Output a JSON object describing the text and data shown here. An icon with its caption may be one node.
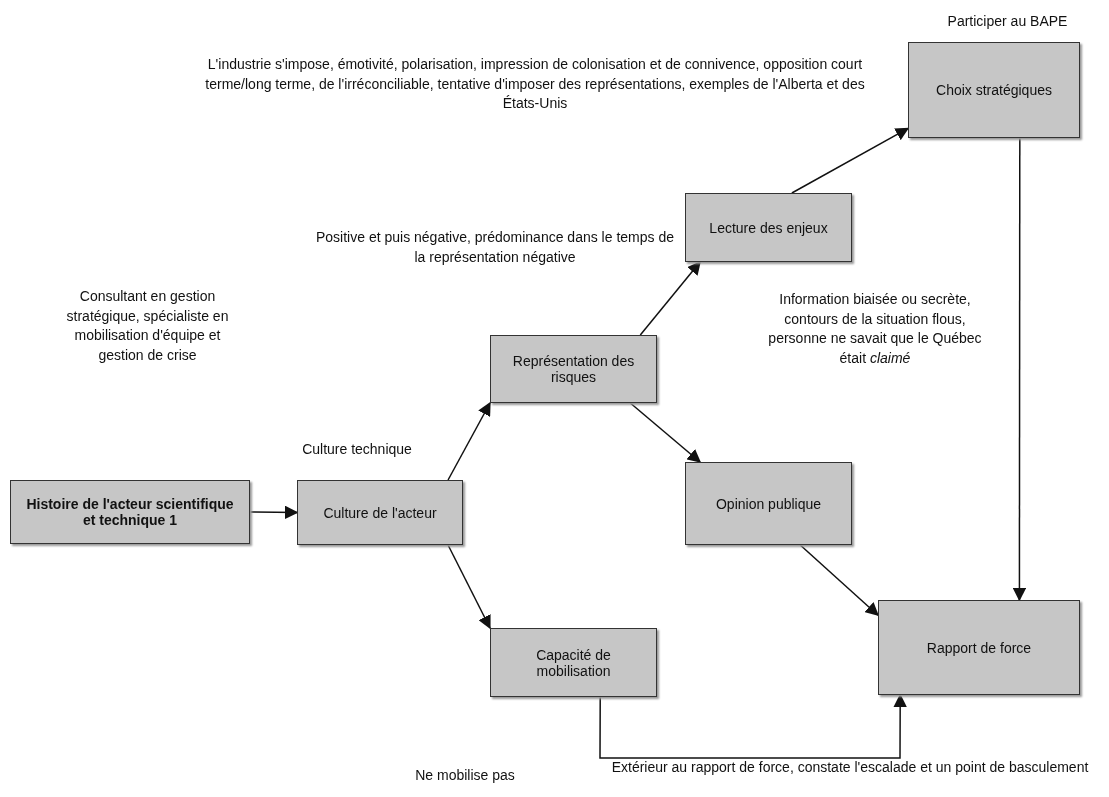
{
  "diagram": {
    "nodes": [
      {
        "text": [
          "Histoire de l'acteur scientifique et technique 1"
        ]
      },
      {
        "text": [
          "Culture de l'acteur"
        ],
        "beside": [
          "Culture technique"
        ]
      },
      {
        "text": [
          "Représentation des risques"
        ]
      },
      {
        "text": [
          "Lecture des enjeux"
        ]
      },
      {
        "text": [
          "Choix stratégiques"
        ],
        "beside": [
          "Participer au BAPE"
        ]
      },
      {
        "text": [
          "Opinion publique"
        ]
      },
      {
        "text": [
          "Capacité de mobilisation"
        ]
      },
      {
        "text": [
          "Rapport de force"
        ]
      }
    ],
    "edges": [
      {
        "from": 0,
        "to": 1,
        "arrow": "to"
      },
      {
        "from": 1,
        "to": 2,
        "arrow": "to"
      },
      {
        "from": 1,
        "to": 6,
        "arrow": "to"
      },
      {
        "from": 2,
        "to": 3,
        "arrow": "to"
      },
      {
        "from": 2,
        "to": 5,
        "arrow": "to"
      },
      {
        "from": 3,
        "to": 4,
        "arrow": "to"
      },
      {
        "from": 4,
        "to": 7,
        "arrow": "to"
      },
      {
        "from": 5,
        "to": 7,
        "arrow": "to"
      },
      {
        "from": 6,
        "to": 7,
        "arrow": "to"
      }
    ],
    "labels": [
      "L'industrie s'impose, émotivité, polarisation, impression de colonisation et de connivence, opposition court terme/long terme, de l'irréconciliable, tentative d'imposer des représentations, exemples de l'Alberta et des États-Unis",
      "Positive et puis négative, prédominance dans le temps de la représentation négative",
      "Consultant en gestion stratégique, spécialiste en mobilisation d'équipe et gestion de crise",
      "Information biaisée ou secrète, contours de la situation flous, personne ne savait que le Québec était *claimé*",
      "Ne mobilise pas",
      "Extérieur au rapport de force, constate l'escalade et un point de basculement"
    ]
  }
}
